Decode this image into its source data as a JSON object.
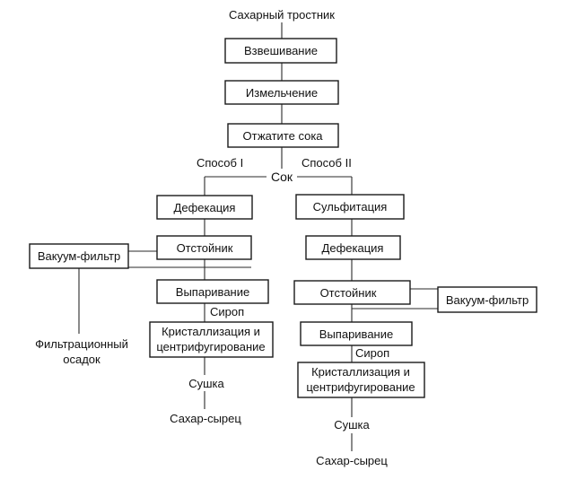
{
  "diagram": {
    "top_label": "Сахарный тростник",
    "weighing": "Взвешивание",
    "grinding": "Измельчение",
    "press_juice": "Отжатите сока",
    "method_1": "Способ I",
    "juice": "Сок",
    "method_2": "Способ II",
    "left": {
      "defecation": "Дефекация",
      "settler": "Отстойник",
      "vacuum_filter": "Вакуум-фильтр",
      "filter_cake_line1": "Фильтрационный",
      "filter_cake_line2": "осадок",
      "evaporation": "Выпаривание",
      "syrup": "Сироп",
      "cryst_line1": "Кристаллизация и",
      "cryst_line2": "центрифугирование",
      "drying": "Сушка",
      "raw_sugar": "Сахар-сырец"
    },
    "right": {
      "sulfitation": "Сульфитация",
      "defecation": "Дефекация",
      "settler": "Отстойник",
      "vacuum_filter": "Вакуум-фильтр",
      "evaporation": "Выпаривание",
      "syrup": "Сироп",
      "cryst_line1": "Кристаллизация и",
      "cryst_line2": "центрифугирование",
      "drying": "Сушка",
      "raw_sugar": "Сахар-сырец"
    }
  }
}
